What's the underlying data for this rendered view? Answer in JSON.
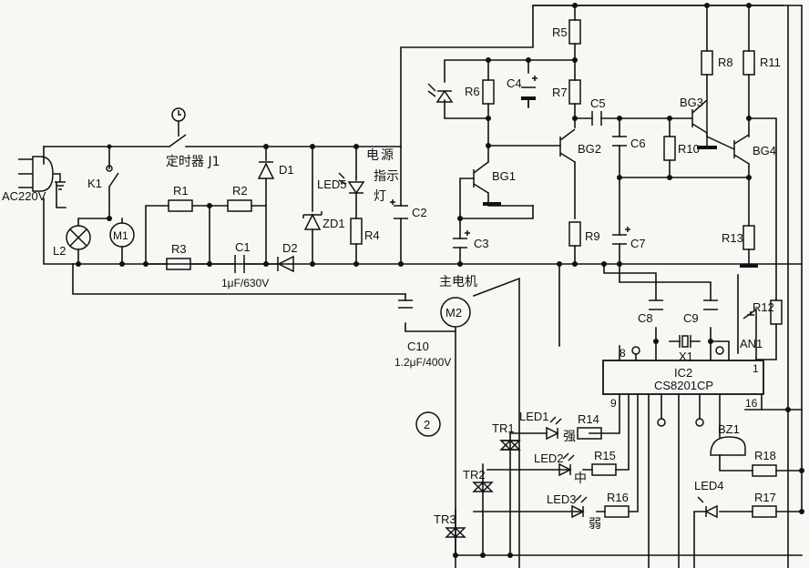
{
  "labels": {
    "ac": "AC220V",
    "k1": "K1",
    "l2": "L2",
    "m1": "M1",
    "timer": "定时器 J1",
    "d1": "D1",
    "d2": "D2",
    "r1": "R1",
    "r2": "R2",
    "r3": "R3",
    "c1": "C1",
    "c1_value": "1μF/630V",
    "led5": "LED5",
    "zd1": "ZD1",
    "r4": "R4",
    "power_ind_1": "电",
    "power_ind_2": "源",
    "power_ind_3": "指",
    "power_ind_4": "示",
    "power_ind_5": "灯",
    "c2": "C2",
    "main_motor": "主电机",
    "m2": "M2",
    "c10": "C10",
    "c10_value": "1.2μF/400V",
    "r5": "R5",
    "r6": "R6",
    "r7": "R7",
    "c4": "C4",
    "c5": "C5",
    "bg1": "BG1",
    "bg2": "BG2",
    "c3": "C3",
    "r9": "R9",
    "c6": "C6",
    "r10": "R10",
    "bg3": "BG3",
    "r8": "R8",
    "r11": "R11",
    "bg4": "BG4",
    "c7": "C7",
    "r13": "R13",
    "c8": "C8",
    "c9": "C9",
    "x1": "X1",
    "r12": "R12",
    "an1": "AN1",
    "ic_ref": "IC2",
    "ic_part": "CS8201CP",
    "pin8": "8",
    "pin9": "9",
    "pin1": "1",
    "pin16": "16",
    "circle_num": "2",
    "tr1": "TR1",
    "tr2": "TR2",
    "tr3": "TR3",
    "led1": "LED1",
    "led2": "LED2",
    "led3": "LED3",
    "r14": "R14",
    "r15": "R15",
    "r16": "R16",
    "strong": "强",
    "medium": "中",
    "weak": "弱",
    "bz1": "BZ1",
    "r18": "R18",
    "led4": "LED4",
    "r17": "R17"
  }
}
